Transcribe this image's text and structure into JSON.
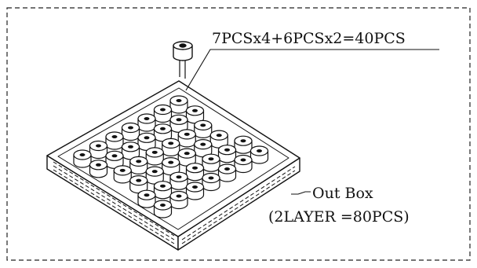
{
  "diagram": {
    "quantity_label": "7PCSx4+6PCSx2=40PCS",
    "box_label": "Out Box",
    "layer_label": "(2LAYER =80PCS)"
  },
  "layout_rows": [
    7,
    7,
    6,
    6,
    7,
    7
  ],
  "colors": {
    "ink": "#111111",
    "paper": "#ffffff",
    "part_shadow": "#6a6a6a"
  }
}
